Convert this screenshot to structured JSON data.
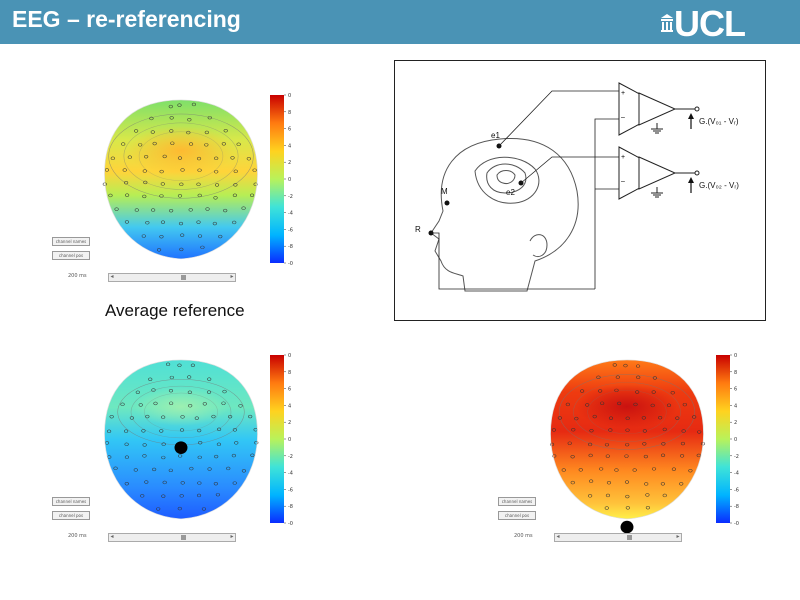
{
  "slide": {
    "title": "EEG – re-referencing",
    "logo_text": "UCL",
    "caption": "Average reference"
  },
  "colors": {
    "header": "#4a93b5",
    "colormap": [
      "#0a2cff",
      "#00b4ff",
      "#3fe3d8",
      "#b9f25a",
      "#ffd21f",
      "#ff7a10",
      "#c80000"
    ]
  },
  "colorbar_ticks": [
    "0",
    "8",
    "6",
    "4",
    "2",
    "0",
    "-2",
    "-4",
    "-6",
    "-8",
    "-0"
  ],
  "panels": [
    {
      "id": "top-left",
      "buttons": [
        "channel names",
        "channel pos"
      ],
      "time_label": "200 ms"
    },
    {
      "id": "bottom-left",
      "buttons": [
        "channel names",
        "channel pos"
      ],
      "time_label": "200 ms"
    },
    {
      "id": "bottom-right",
      "buttons": [
        "channel names",
        "channel pos"
      ],
      "time_label": "200 ms"
    }
  ],
  "diagram": {
    "electrodes": [
      "e1",
      "e2",
      "M",
      "R"
    ],
    "amp_signs": [
      "+",
      "–"
    ],
    "output1": "G.(V₀₁ - Vᵣ)",
    "output2": "G.(V₀₂ - Vᵣ)"
  }
}
